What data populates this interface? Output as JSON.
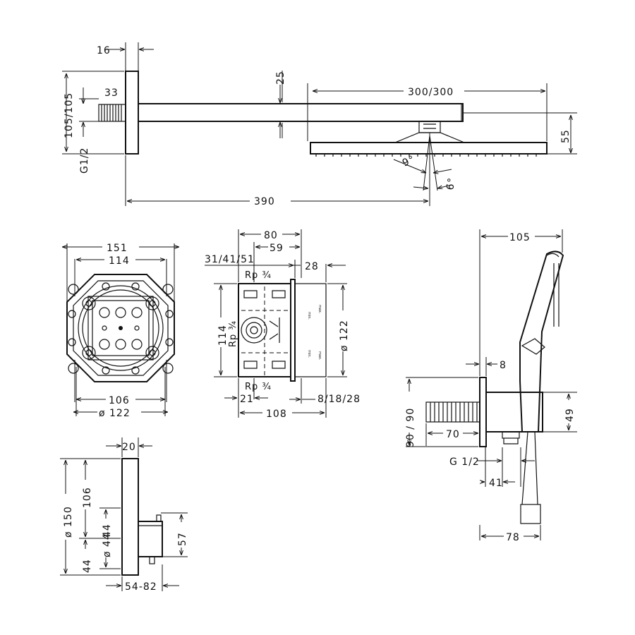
{
  "colors": {
    "line": "#111111",
    "background": "#ffffff"
  },
  "shower_arm": {
    "d_flange": "16",
    "d_height": "105/105",
    "d_thread_offset": "33",
    "d_thread": "G1/2",
    "d_arm_thickness": "25",
    "d_head_size": "300/300",
    "d_head_height": "55",
    "d_tilt_a": "9°",
    "d_tilt_b": "6°",
    "d_projection": "390"
  },
  "box_front": {
    "d_outer": "151",
    "d_inner": "114",
    "d_base": "106",
    "d_diameter": "ø 122"
  },
  "box_side": {
    "d_80": "80",
    "d_59": "59",
    "d_31": "31/41/51",
    "d_28": "28",
    "rp_top": "Rp ¾",
    "rp_mid": "Rp ¾",
    "rp_bottom": "Rp ¾",
    "d_114": "114",
    "d_122": "ø 122",
    "d_21": "21",
    "d_108": "108",
    "d_8_18_28": "8/18/28",
    "lbl_min": "min.",
    "lbl_max": "max."
  },
  "hand_shower": {
    "d_105": "105",
    "d_8": "8",
    "d_90": "90 / 90",
    "d_49": "49",
    "d_70": "70",
    "d_thread": "G 1/2",
    "d_41": "41",
    "d_78": "78"
  },
  "thermostat": {
    "d_20": "20",
    "d_150": "ø 150",
    "d_106": "106",
    "d_44a": "44",
    "d_44b": "ø 44",
    "d_44c": "44",
    "d_57": "57",
    "d_54_82": "54-82"
  }
}
